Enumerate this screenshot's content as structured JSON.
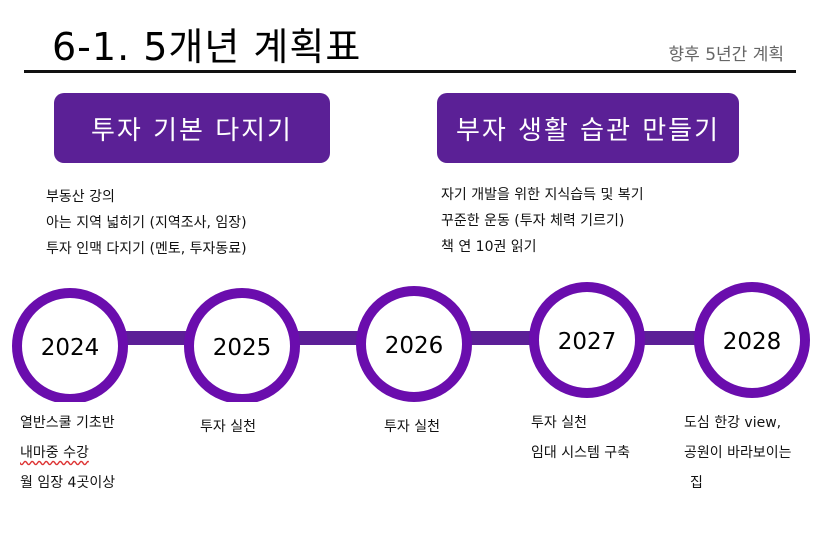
{
  "header": {
    "title": "6-1. 5개년 계획표",
    "subtitle": "향후 5년간 계획"
  },
  "phases": [
    {
      "label": "투자 기본 다지기",
      "items": [
        "부동산 강의",
        "아는 지역 넓히기 (지역조사, 임장)",
        "투자 인맥 다지기 (멘토, 투자동료)"
      ]
    },
    {
      "label": "부자 생활 습관 만들기",
      "items": [
        "자기 개발을 위한 지식습득 및 복기",
        "꾸준한 운동 (투자 체력 기르기)",
        "책 연 10권 읽기"
      ]
    }
  ],
  "timeline": {
    "years": [
      "2024",
      "2025",
      "2026",
      "2027",
      "2028"
    ],
    "notes": [
      [
        "열반스쿨 기초반",
        "내마중 수강",
        "월 임장 4곳이상"
      ],
      [
        "투자 실천"
      ],
      [
        "투자 실천"
      ],
      [
        "투자 실천",
        "임대 시스템 구축"
      ],
      [
        "도심 한강 view,",
        "공원이 바라보이는",
        "집"
      ]
    ]
  },
  "colors": {
    "accent": "#5b2096",
    "ring": "#6a0dad",
    "connector": "#5c1f97"
  }
}
